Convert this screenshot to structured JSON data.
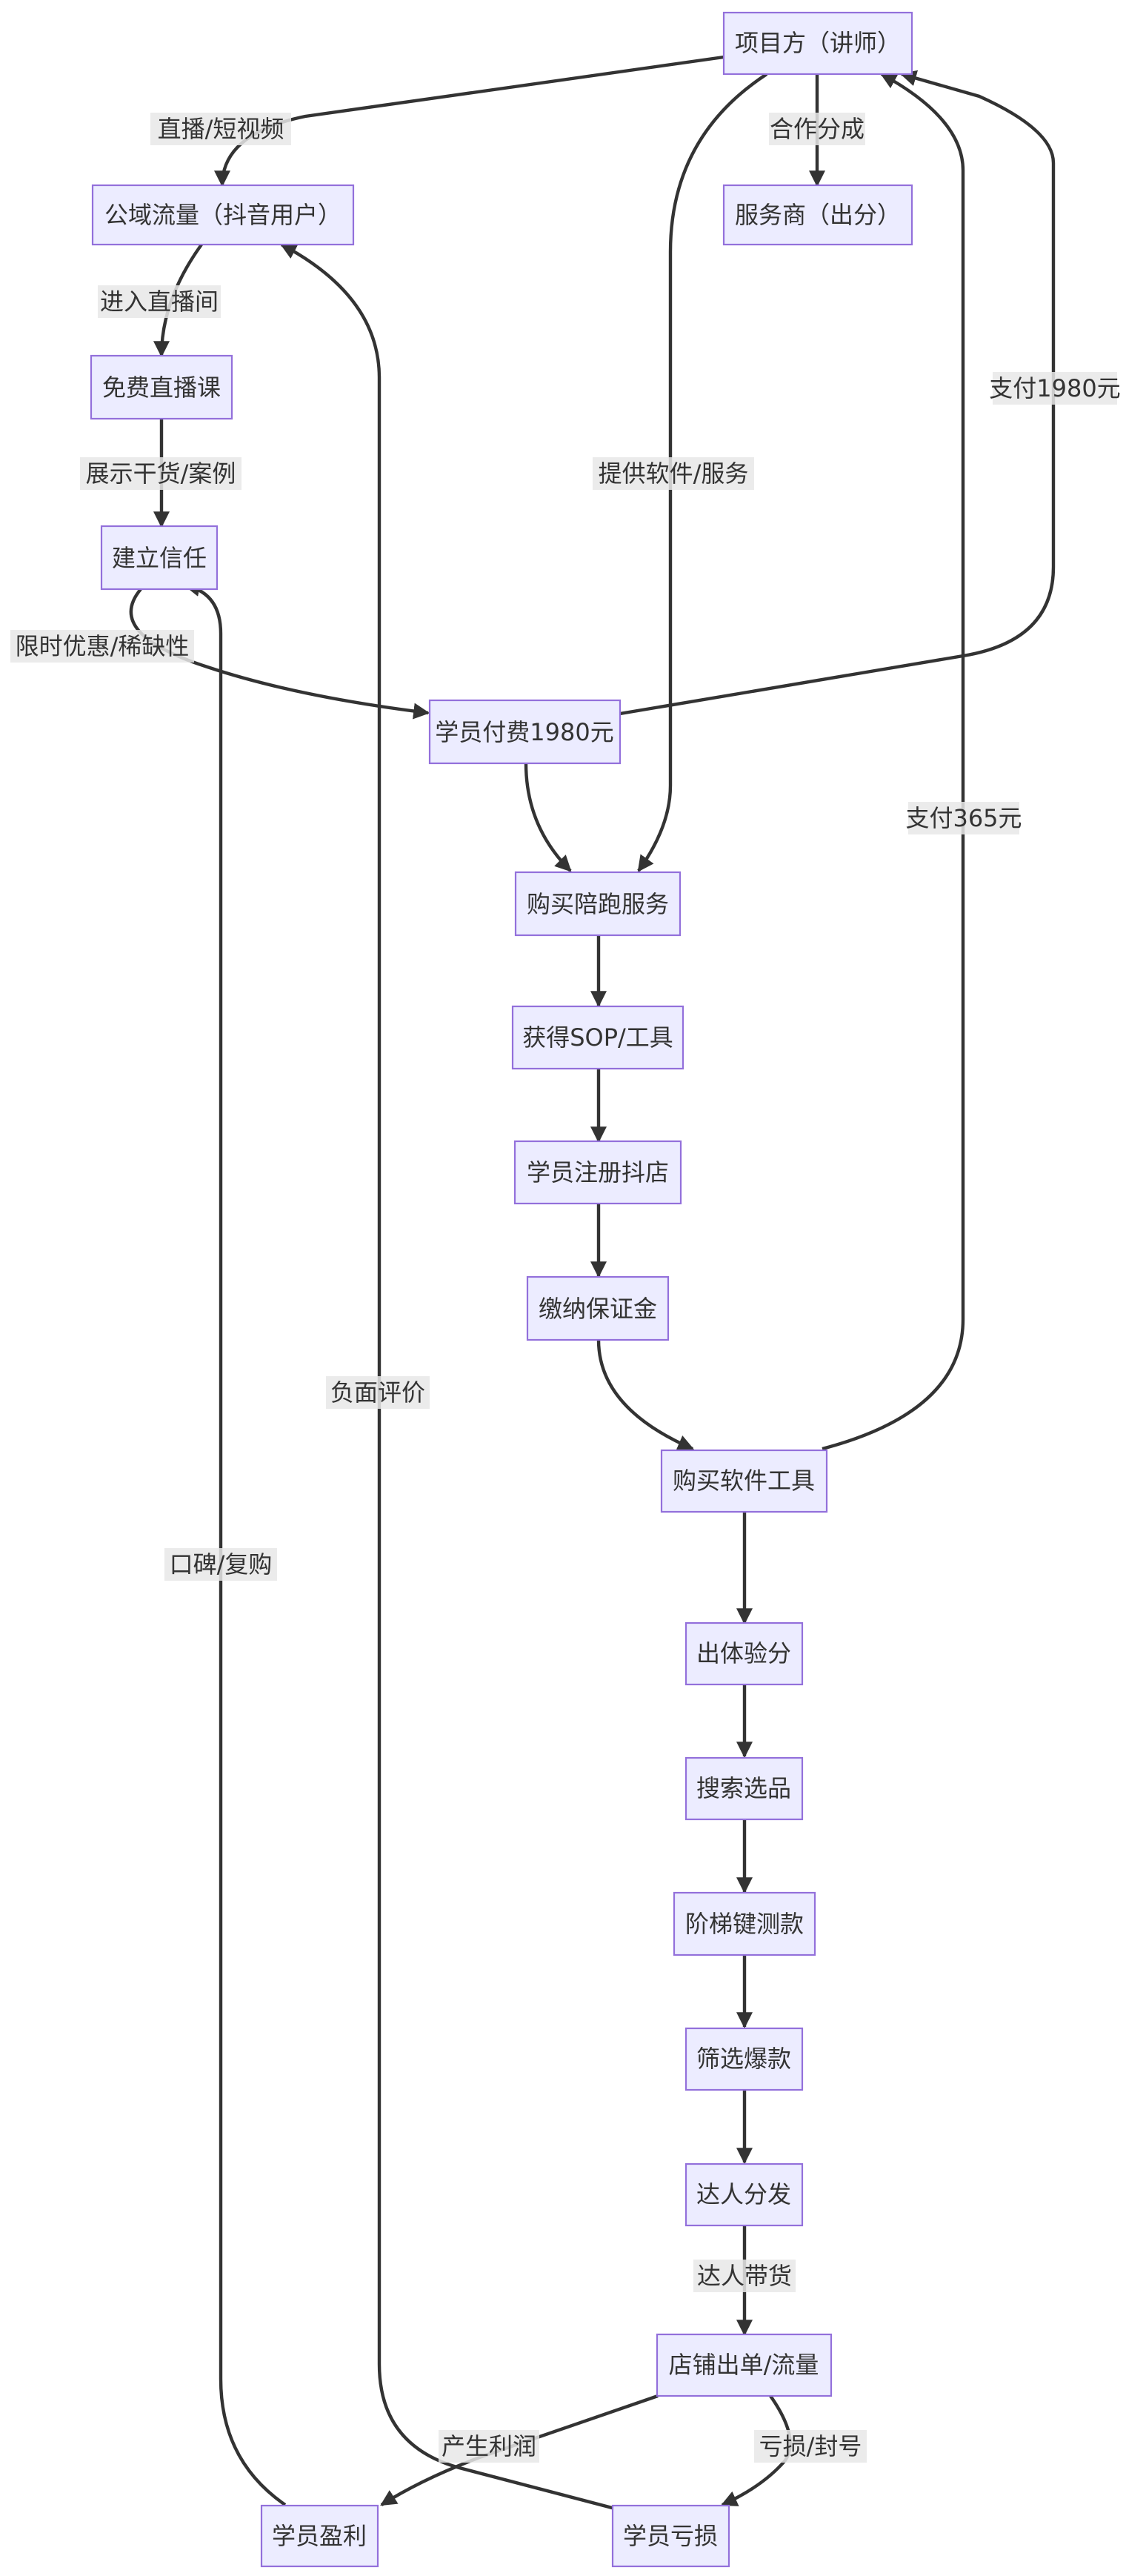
{
  "nodes": [
    {
      "id": "project",
      "label": "项目方（讲师）"
    },
    {
      "id": "public",
      "label": "公域流量（抖音用户）"
    },
    {
      "id": "service",
      "label": "服务商（出分）"
    },
    {
      "id": "live",
      "label": "免费直播课"
    },
    {
      "id": "trust",
      "label": "建立信任"
    },
    {
      "id": "pay",
      "label": "学员付费1980元"
    },
    {
      "id": "accompany",
      "label": "购买陪跑服务"
    },
    {
      "id": "sop",
      "label": "获得SOP/工具"
    },
    {
      "id": "register",
      "label": "学员注册抖店"
    },
    {
      "id": "deposit",
      "label": "缴纳保证金"
    },
    {
      "id": "software",
      "label": "购买软件工具"
    },
    {
      "id": "score",
      "label": "出体验分"
    },
    {
      "id": "search",
      "label": "搜索选品"
    },
    {
      "id": "ladder",
      "label": "阶梯键测款"
    },
    {
      "id": "hot",
      "label": "筛选爆款"
    },
    {
      "id": "influencer",
      "label": "达人分发"
    },
    {
      "id": "orders",
      "label": "店铺出单/流量"
    },
    {
      "id": "profit",
      "label": "学员盈利"
    },
    {
      "id": "loss",
      "label": "学员亏损"
    }
  ],
  "edges": [
    {
      "id": "e1",
      "from": "project",
      "to": "public",
      "label": "直播/短视频"
    },
    {
      "id": "e2",
      "from": "project",
      "to": "service",
      "label": "合作分成"
    },
    {
      "id": "e3",
      "from": "public",
      "to": "live",
      "label": "进入直播间"
    },
    {
      "id": "e4",
      "from": "live",
      "to": "trust",
      "label": "展示干货/案例"
    },
    {
      "id": "e5",
      "from": "trust",
      "to": "pay",
      "label": "限时优惠/稀缺性"
    },
    {
      "id": "e6",
      "from": "pay",
      "to": "project",
      "label": "支付1980元"
    },
    {
      "id": "e7",
      "from": "project",
      "to": "accompany",
      "label": "提供软件/服务"
    },
    {
      "id": "e8",
      "from": "pay",
      "to": "accompany",
      "label": ""
    },
    {
      "id": "e9",
      "from": "accompany",
      "to": "sop",
      "label": ""
    },
    {
      "id": "e10",
      "from": "sop",
      "to": "register",
      "label": ""
    },
    {
      "id": "e11",
      "from": "register",
      "to": "deposit",
      "label": ""
    },
    {
      "id": "e12",
      "from": "deposit",
      "to": "software",
      "label": ""
    },
    {
      "id": "e13",
      "from": "software",
      "to": "project",
      "label": "支付365元"
    },
    {
      "id": "e14",
      "from": "software",
      "to": "score",
      "label": ""
    },
    {
      "id": "e15",
      "from": "score",
      "to": "search",
      "label": ""
    },
    {
      "id": "e16",
      "from": "search",
      "to": "ladder",
      "label": ""
    },
    {
      "id": "e17",
      "from": "ladder",
      "to": "hot",
      "label": ""
    },
    {
      "id": "e18",
      "from": "hot",
      "to": "influencer",
      "label": ""
    },
    {
      "id": "e19",
      "from": "influencer",
      "to": "orders",
      "label": "达人带货"
    },
    {
      "id": "e20",
      "from": "orders",
      "to": "profit",
      "label": "产生利润"
    },
    {
      "id": "e21",
      "from": "orders",
      "to": "loss",
      "label": "亏损/封号"
    },
    {
      "id": "e22",
      "from": "profit",
      "to": "trust",
      "label": "口碑/复购"
    },
    {
      "id": "e23",
      "from": "loss",
      "to": "public",
      "label": "负面评价"
    }
  ]
}
